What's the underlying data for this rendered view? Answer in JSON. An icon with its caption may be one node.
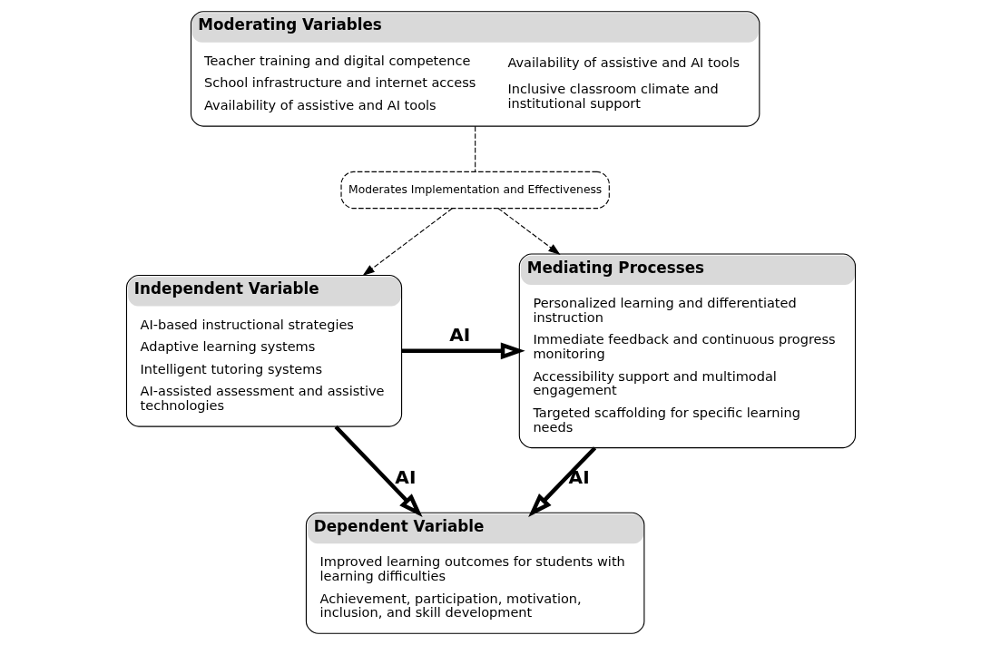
{
  "diagram": {
    "nodes": [
      {
        "text": [
          "Moderating Variables",
          "Teacher training and digital competence",
          "School infrastructure and internet access",
          "Availability of assistive and AI tools",
          "Availability of assistive and AI tools",
          "Inclusive classroom climate and institutional support"
        ]
      },
      {
        "text": [
          "Moderates Implementation and Effectiveness"
        ]
      },
      {
        "text": [
          "Independent Variable",
          "AI-based instructional strategies",
          "Adaptive learning systems",
          "Intelligent tutoring systems",
          "AI-assisted assessment and assistive technologies"
        ]
      },
      {
        "text": [
          "Mediating Processes",
          "Personalized learning and differentiated instruction",
          "Immediate feedback and continuous progress monitoring",
          "Accessibility support and multimodal engagement",
          "Targeted scaffolding for specific learning needs"
        ]
      },
      {
        "text": [
          "Dependent Variable",
          "Improved learning outcomes for students with learning difficulties",
          "Achievement, participation, motivation, inclusion, and skill development"
        ]
      }
    ],
    "edges": [
      {
        "from": 0,
        "to": 1,
        "arrow": "none",
        "style": "dashed"
      },
      {
        "from": 1,
        "to": 2,
        "arrow": "to",
        "style": "dashed"
      },
      {
        "from": 1,
        "to": 3,
        "arrow": "to",
        "style": "dashed"
      },
      {
        "from": 2,
        "to": 3,
        "arrow": "to",
        "style": "thick",
        "label": "AI"
      },
      {
        "from": 2,
        "to": 4,
        "arrow": "to",
        "style": "thick",
        "label": "AI"
      },
      {
        "from": 3,
        "to": 4,
        "arrow": "to",
        "style": "thick",
        "label": "AI"
      }
    ]
  }
}
